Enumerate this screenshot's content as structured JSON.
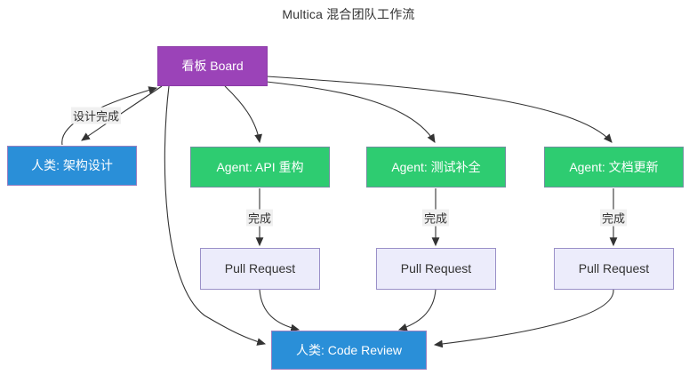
{
  "diagram": {
    "title": "Multica 混合团队工作流",
    "type": "flowchart",
    "direction": "top-down",
    "background_color": "#ffffff",
    "colors": {
      "board_fill": "#9b43b8",
      "board_text": "#ffffff",
      "human_fill": "#2a8fd8",
      "human_text": "#ffffff",
      "agent_fill": "#2ecc71",
      "agent_text": "#ffffff",
      "pull_request_fill": "#ececfb",
      "pull_request_border": "#9a90c8",
      "pull_request_text": "#333333",
      "edge_stroke": "#333333",
      "label_background": "#f0f0f0"
    },
    "nodes": {
      "board": {
        "label": "看板 Board",
        "role": "board"
      },
      "human_arch": {
        "label": "人类: 架构设计",
        "role": "human"
      },
      "agent_api": {
        "label": "Agent: API 重构",
        "role": "agent"
      },
      "agent_test": {
        "label": "Agent: 测试补全",
        "role": "agent"
      },
      "agent_doc": {
        "label": "Agent: 文档更新",
        "role": "agent"
      },
      "pr_api": {
        "label": "Pull Request",
        "role": "pull-request"
      },
      "pr_test": {
        "label": "Pull Request",
        "role": "pull-request"
      },
      "pr_doc": {
        "label": "Pull Request",
        "role": "pull-request"
      },
      "code_review": {
        "label": "人类: Code Review",
        "role": "human"
      }
    },
    "edge_labels": {
      "design_done": "设计完成",
      "done_api": "完成",
      "done_test": "完成",
      "done_doc": "完成"
    },
    "edges": [
      {
        "from": "board",
        "to": "human_arch",
        "label": ""
      },
      {
        "from": "human_arch",
        "to": "board",
        "label": "设计完成"
      },
      {
        "from": "board",
        "to": "agent_api",
        "label": ""
      },
      {
        "from": "board",
        "to": "agent_test",
        "label": ""
      },
      {
        "from": "board",
        "to": "agent_doc",
        "label": ""
      },
      {
        "from": "agent_api",
        "to": "pr_api",
        "label": "完成"
      },
      {
        "from": "agent_test",
        "to": "pr_test",
        "label": "完成"
      },
      {
        "from": "agent_doc",
        "to": "pr_doc",
        "label": "完成"
      },
      {
        "from": "pr_api",
        "to": "code_review",
        "label": ""
      },
      {
        "from": "pr_test",
        "to": "code_review",
        "label": ""
      },
      {
        "from": "pr_doc",
        "to": "code_review",
        "label": ""
      },
      {
        "from": "board",
        "to": "code_review",
        "label": ""
      }
    ]
  }
}
